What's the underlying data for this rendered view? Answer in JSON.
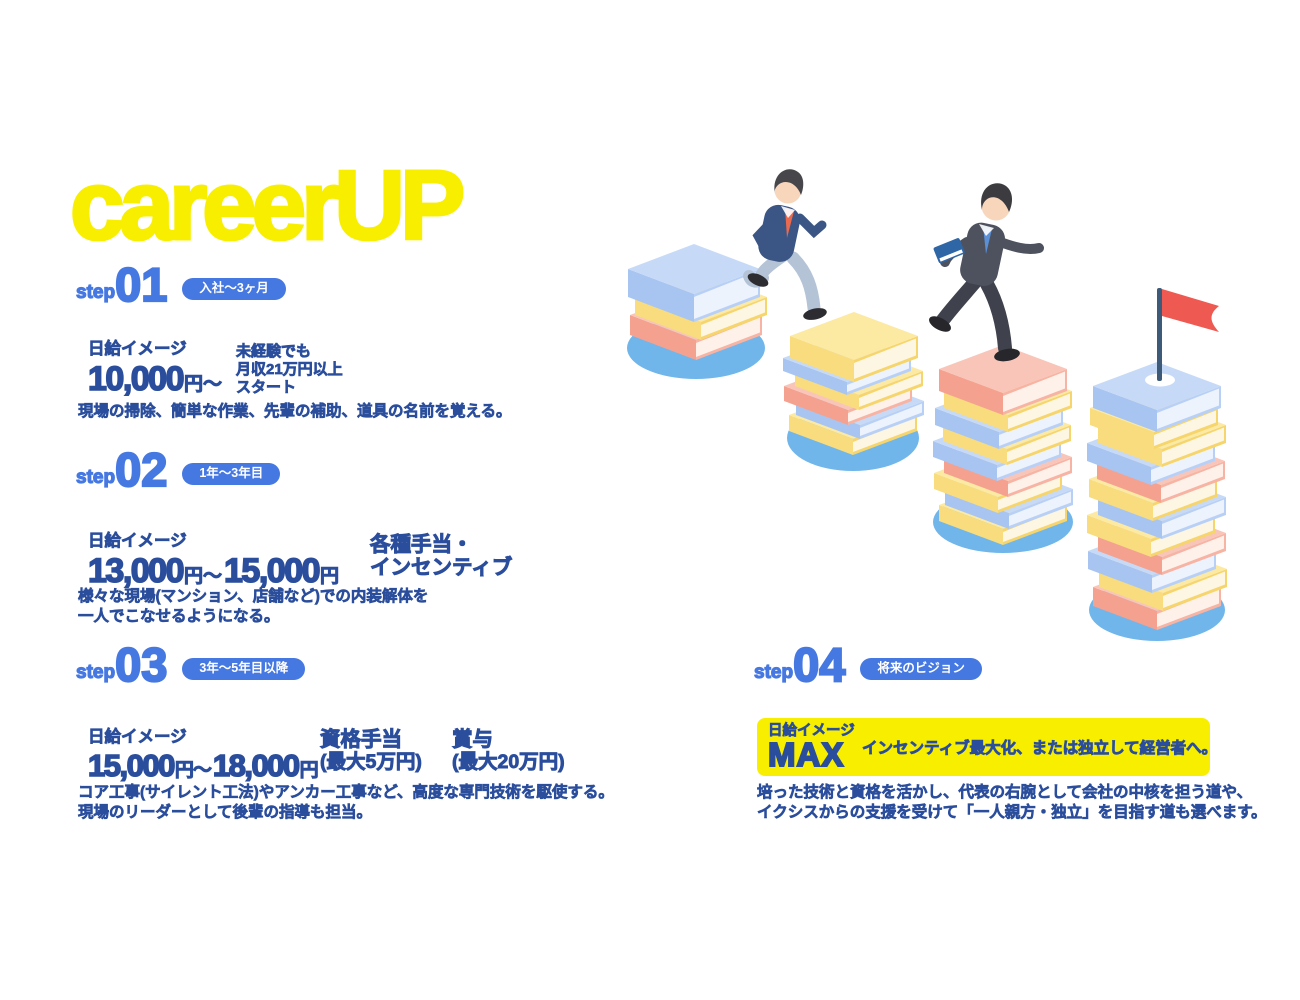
{
  "page": {
    "title": "careerUP"
  },
  "colors": {
    "title_yellow": "#f8ef00",
    "step_blue": "#4678e2",
    "text_blue": "#2a4d9c",
    "highlight_box_yellow": "#f8ef00",
    "badge_text": "#ffffff",
    "shadow_blue": "#70b6ea",
    "flag_red": "#ee5a52",
    "book_yellow": "#f6d56d",
    "book_blue": "#a8c5f2",
    "book_pink": "#f5a190"
  },
  "steps": [
    {
      "word": "step",
      "number": "01",
      "badge": "入社〜3ヶ月",
      "wage_label": "日給イメージ",
      "amount1": "10,000",
      "unit1": "円〜",
      "note_lines": [
        "未経験でも",
        "月収21万円以上",
        "スタート"
      ],
      "desc_lines": [
        "現場の掃除、簡単な作業、先輩の補助、道具の名前を覚える。"
      ]
    },
    {
      "word": "step",
      "number": "02",
      "badge": "1年〜3年目",
      "wage_label": "日給イメージ",
      "amount1": "13,000",
      "unit1": "円〜",
      "amount2": "15,000",
      "unit2": "円",
      "perk_lines": [
        "各種手当・",
        "インセンティブ"
      ],
      "desc_lines": [
        "様々な現場(マンション、店舗など)での内装解体を",
        "一人でこなせるようになる。"
      ]
    },
    {
      "word": "step",
      "number": "03",
      "badge": "3年〜5年目以降",
      "wage_label": "日給イメージ",
      "amount1": "15,000",
      "unit1": "円〜",
      "amount2": "18,000",
      "unit2": "円",
      "perk1_lines": [
        "資格手当",
        "(最大5万円)"
      ],
      "perk2_lines": [
        "賞与",
        "(最大20万円)"
      ],
      "desc_lines": [
        "コア工事(サイレント工法)やアンカー工事など、高度な専門技術を駆使する。",
        "現場のリーダーとして後輩の指導も担当。"
      ]
    },
    {
      "word": "step",
      "number": "04",
      "badge": "将来のビジョン",
      "wage_label": "日給イメージ",
      "max_label": "MAX",
      "box_text": "インセンティブ最大化、または独立して経営者へ。",
      "desc_lines": [
        "培った技術と資格を活かし、代表の右腕として会社の中核を担う道や、",
        "イクシスからの支援を受けて「一人親方・独立」を目指す道も選べます。"
      ]
    }
  ]
}
